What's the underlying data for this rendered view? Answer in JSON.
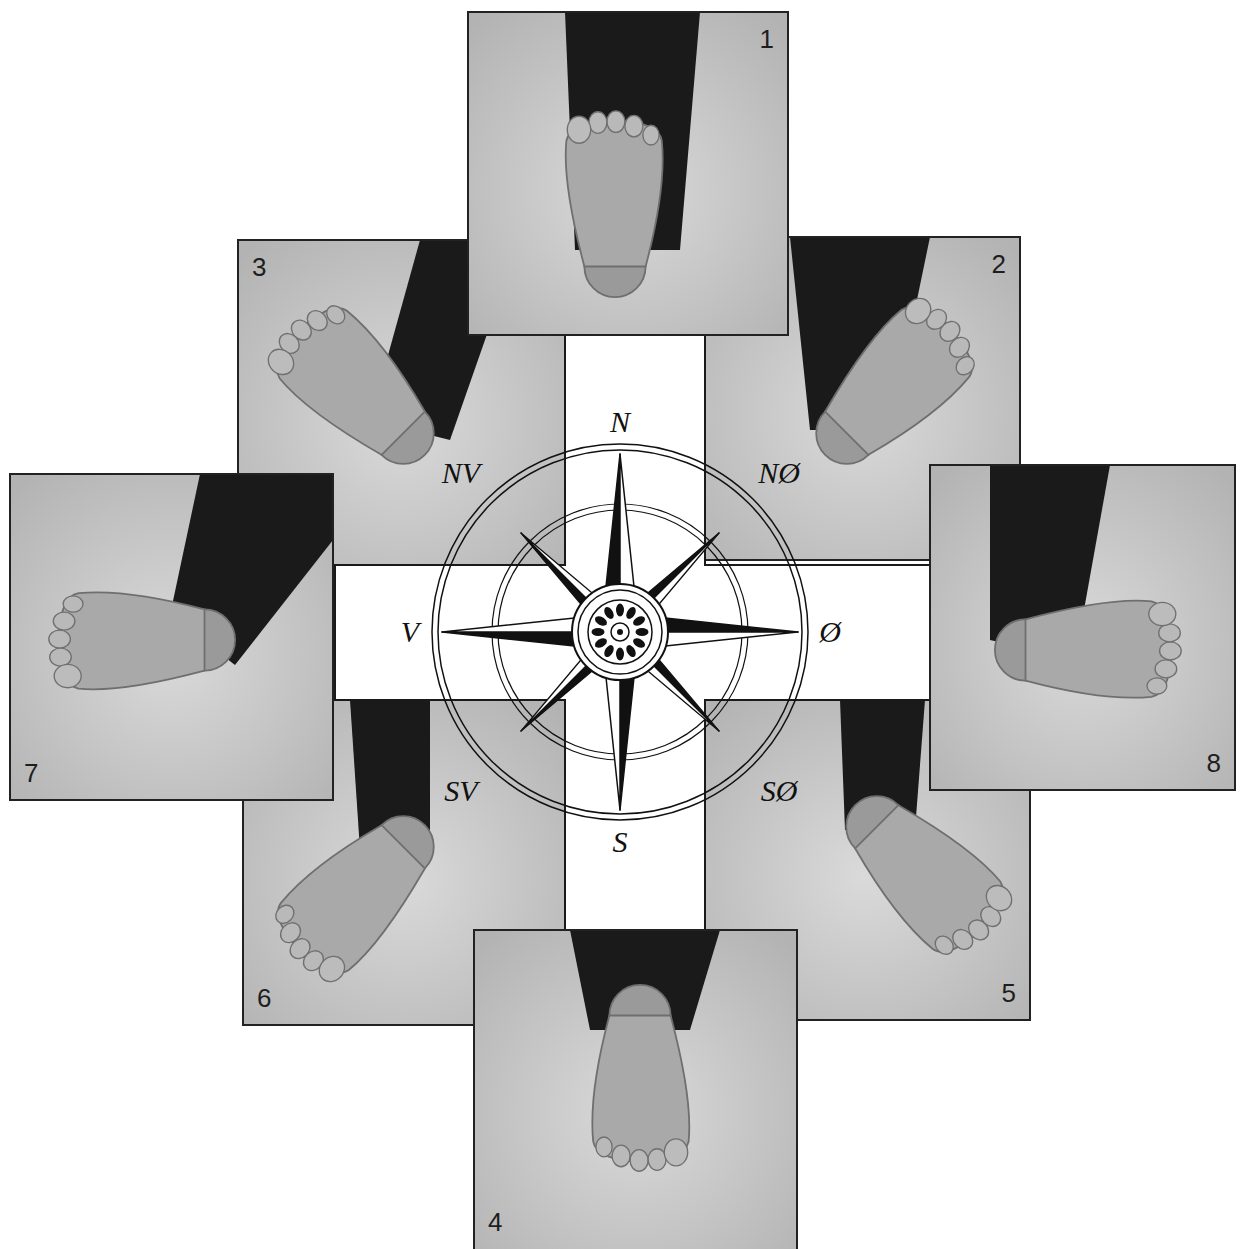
{
  "diagram": {
    "nodes": [
      {
        "text": [
          "1"
        ]
      },
      {
        "text": [
          "3"
        ]
      },
      {
        "text": [
          "2"
        ]
      },
      {
        "text": [
          "7"
        ]
      },
      {
        "text": [
          "8"
        ]
      },
      {
        "text": [
          "6"
        ]
      },
      {
        "text": [
          "5"
        ]
      },
      {
        "text": [
          "4"
        ]
      }
    ],
    "labels": [
      "N",
      "NØ",
      "Ø",
      "SØ",
      "S",
      "SV",
      "V",
      "NV"
    ]
  }
}
